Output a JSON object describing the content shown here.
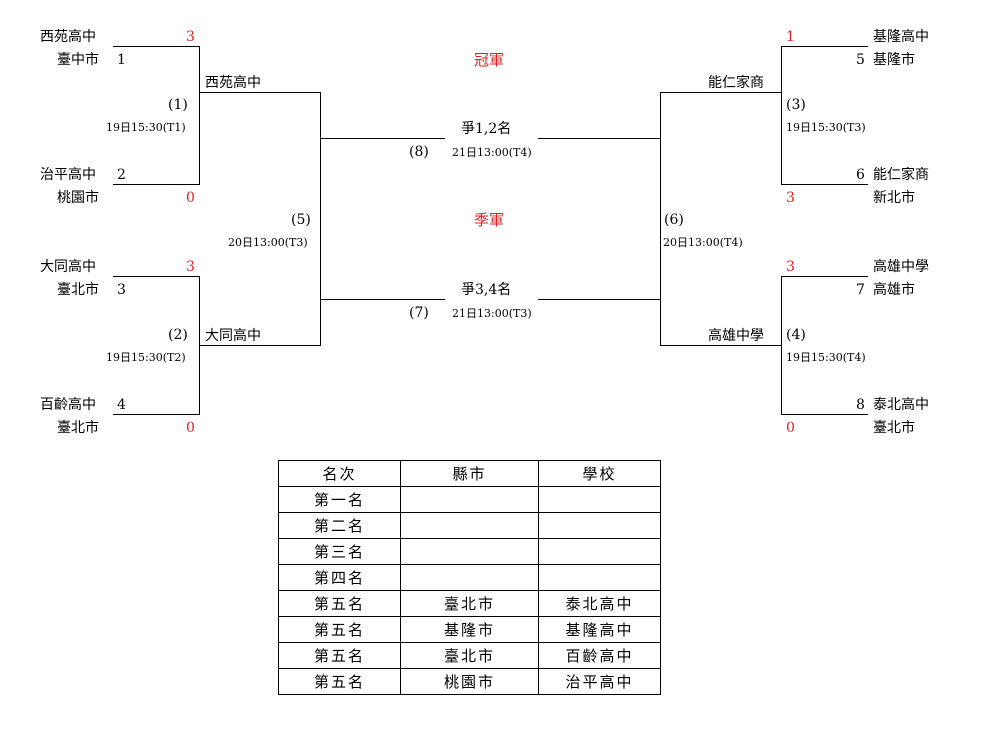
{
  "bracket": {
    "teams": [
      {
        "name": "西苑高中",
        "city": "臺中市",
        "seed": "1",
        "score": "3"
      },
      {
        "name": "治平高中",
        "city": "桃園市",
        "seed": "2",
        "score": "0"
      },
      {
        "name": "大同高中",
        "city": "臺北市",
        "seed": "3",
        "score": "3"
      },
      {
        "name": "百齡高中",
        "city": "臺北市",
        "seed": "4",
        "score": "0"
      },
      {
        "name": "基隆高中",
        "city": "基隆市",
        "seed": "5",
        "score": "1"
      },
      {
        "name": "能仁家商",
        "city": "新北市",
        "seed": "6",
        "score": "3"
      },
      {
        "name": "高雄中學",
        "city": "高雄市",
        "seed": "7",
        "score": "3"
      },
      {
        "name": "泰北高中",
        "city": "臺北市",
        "seed": "8",
        "score": "0"
      }
    ],
    "matches": {
      "m1": {
        "label": "(1)",
        "time": "19日15:30(T1)",
        "winner": "西苑高中"
      },
      "m2": {
        "label": "(2)",
        "time": "19日15:30(T2)",
        "winner": "大同高中"
      },
      "m3": {
        "label": "(3)",
        "time": "19日15:30(T3)",
        "winner": "能仁家商"
      },
      "m4": {
        "label": "(4)",
        "time": "19日15:30(T4)",
        "winner": "高雄中學"
      },
      "m5": {
        "label": "(5)",
        "time": "20日13:00(T3)"
      },
      "m6": {
        "label": "(6)",
        "time": "20日13:00(T4)"
      },
      "m8": {
        "label": "(8)",
        "title": "爭1,2名",
        "time": "21日13:00(T4)"
      },
      "m7": {
        "label": "(7)",
        "title": "爭3,4名",
        "time": "21日13:00(T3)"
      }
    },
    "champion_label": "冠軍",
    "third_label": "季軍"
  },
  "ranking_table": {
    "headers": [
      "名次",
      "縣市",
      "學校"
    ],
    "rows": [
      [
        "第一名",
        "",
        ""
      ],
      [
        "第二名",
        "",
        ""
      ],
      [
        "第三名",
        "",
        ""
      ],
      [
        "第四名",
        "",
        ""
      ],
      [
        "第五名",
        "臺北市",
        "泰北高中"
      ],
      [
        "第五名",
        "基隆市",
        "基隆高中"
      ],
      [
        "第五名",
        "臺北市",
        "百齡高中"
      ],
      [
        "第五名",
        "桃園市",
        "治平高中"
      ]
    ]
  }
}
